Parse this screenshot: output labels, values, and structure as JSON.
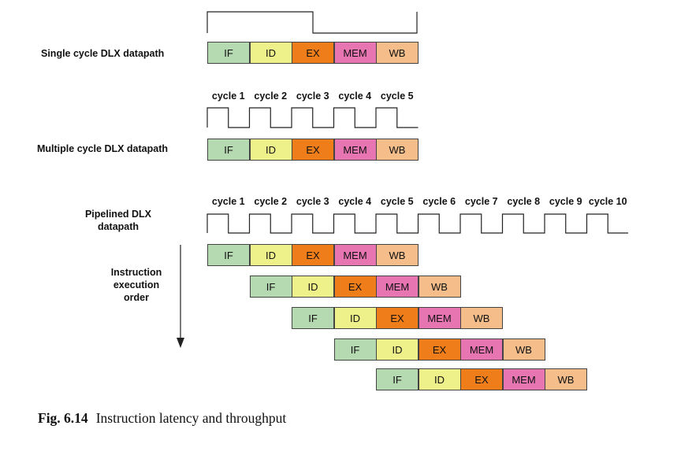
{
  "labels": {
    "single": "Single cycle DLX datapath",
    "multiple": "Multiple cycle DLX datapath",
    "pipelined_line1": "Pipelined DLX",
    "pipelined_line2": "datapath",
    "order_line1": "Instruction",
    "order_line2": "execution",
    "order_line3": "order"
  },
  "stages": [
    "IF",
    "ID",
    "EX",
    "MEM",
    "WB"
  ],
  "stage_colors": {
    "IF": "#b5d9b1",
    "ID": "#eef08a",
    "EX": "#ef7d1a",
    "MEM": "#e675b1",
    "WB": "#f4bd8a"
  },
  "multi_cycle_labels": [
    "cycle 1",
    "cycle 2",
    "cycle 3",
    "cycle 4",
    "cycle 5"
  ],
  "pipeline_cycle_labels": [
    "cycle 1",
    "cycle 2",
    "cycle 3",
    "cycle 4",
    "cycle 5",
    "cycle 6",
    "cycle 7",
    "cycle 8",
    "cycle 9",
    "cycle 10"
  ],
  "pipeline_instruction_count": 5,
  "caption": {
    "fig": "Fig. 6.14",
    "text": "Instruction latency and throughput"
  }
}
